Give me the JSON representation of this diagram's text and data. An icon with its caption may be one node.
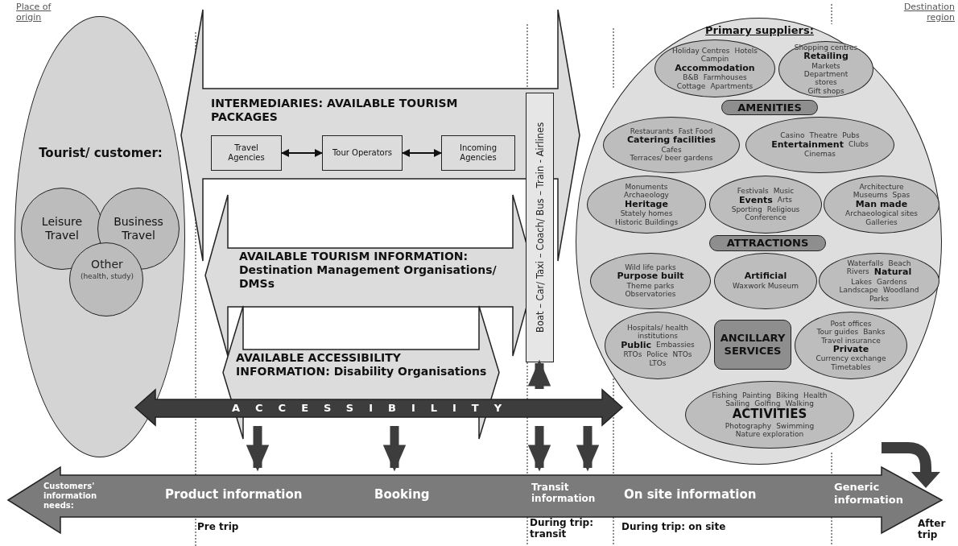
{
  "diagram": {
    "nodes": [
      {
        "text": [
          "Tourist/ customer:"
        ]
      },
      {
        "text": [
          "Leisure Travel"
        ],
        "in": 0
      },
      {
        "text": [
          "Business Travel"
        ],
        "in": 0
      },
      {
        "text": [
          "Other",
          "(health, study)"
        ],
        "in": 0
      },
      {
        "text": [
          "INTERMEDIARIES: AVAILABLE TOURISM PACKAGES"
        ]
      },
      {
        "text": [
          "Travel Agencies"
        ],
        "in": 4
      },
      {
        "text": [
          "Tour Operators"
        ],
        "in": 4
      },
      {
        "text": [
          "Incoming Agencies"
        ],
        "in": 4
      },
      {
        "text": [
          "AVAILABLE TOURISM INFORMATION: Destination Management Organisations/ DMSs"
        ]
      },
      {
        "text": [
          "AVAILABLE ACCESSIBILITY INFORMATION: Disability Organisations"
        ]
      },
      {
        "text": [
          "Boat – Car/ Taxi – Coach/ Bus – Train - Airlines"
        ]
      },
      {
        "text": [
          "Primary suppliers:"
        ]
      },
      {
        "text": [
          "AMENITIES"
        ],
        "in": 11
      },
      {
        "text": [
          "Holiday Centres",
          "Hotels",
          "Campin",
          "Accommodation",
          "B&B",
          "Farmhouses",
          "Cottage",
          "Apartments"
        ],
        "in": 11
      },
      {
        "text": [
          "Shopping centres",
          "Retailing",
          "Markets",
          "Department stores",
          "Gift shops"
        ],
        "in": 11
      },
      {
        "text": [
          "Restaurants",
          "Fast Food",
          "Catering facilities",
          "Cafes",
          "Terraces/ beer gardens"
        ],
        "in": 11
      },
      {
        "text": [
          "Casino",
          "Theatre",
          "Pubs",
          "Entertainment",
          "Clubs",
          "Cinemas"
        ],
        "in": 11
      },
      {
        "text": [
          "ATTRACTIONS"
        ],
        "in": 11
      },
      {
        "text": [
          "Monuments",
          "Archaeology",
          "Heritage",
          "Stately homes",
          "Historic Buildings"
        ],
        "in": 11
      },
      {
        "text": [
          "Festivals",
          "Music",
          "Events",
          "Arts",
          "Sporting",
          "Religious",
          "Conference"
        ],
        "in": 11
      },
      {
        "text": [
          "Architecture",
          "Museums",
          "Spas",
          "Man made",
          "Archaeological sites",
          "Galleries"
        ],
        "in": 11
      },
      {
        "text": [
          "Wild life parks",
          "Purpose built",
          "Theme parks",
          "Observatories"
        ],
        "in": 11
      },
      {
        "text": [
          "Artificial",
          "Waxwork Museum"
        ],
        "in": 11
      },
      {
        "text": [
          "Waterfalls",
          "Beach",
          "Rivers",
          "Natural",
          "Lakes",
          "Gardens",
          "Landscape",
          "Woodland",
          "Parks"
        ],
        "in": 11
      },
      {
        "text": [
          "ANCILLARY SERVICES"
        ],
        "in": 11
      },
      {
        "text": [
          "Hospitals/ health institutions",
          "Public",
          "Embassies",
          "RTOs",
          "Police",
          "NTOs",
          "LTOs"
        ],
        "in": 11
      },
      {
        "text": [
          "Post offices",
          "Tour guides",
          "Banks",
          "Travel insurance",
          "Private",
          "Currency exchange",
          "Timetables"
        ],
        "in": 11
      },
      {
        "text": [
          "Fishing",
          "Painting",
          "Biking",
          "Health",
          "Sailing",
          "Golfing",
          "Walking",
          "ACTIVITIES",
          "Photography",
          "Swimming",
          "Nature exploration"
        ],
        "in": 11
      },
      {
        "text": [
          "ACCESSIBILITY"
        ]
      },
      {
        "text": [
          "Customers' information needs:",
          "Product information",
          "Booking",
          "Transit information",
          "On site information",
          "Generic information"
        ]
      }
    ],
    "edges": [
      {
        "from": 5,
        "to": 6,
        "arrow": "both"
      },
      {
        "from": 6,
        "to": 7,
        "arrow": "both"
      },
      {
        "from": 28,
        "to": 29,
        "arrow": "to"
      },
      {
        "from": 28,
        "to": 29,
        "arrow": "to"
      },
      {
        "from": 28,
        "to": 10,
        "arrow": "to"
      },
      {
        "from": 28,
        "to": 29,
        "arrow": "to"
      },
      {
        "from": 28,
        "to": 29,
        "arrow": "to"
      }
    ],
    "labels": [
      "Place of origin",
      "Destination region",
      "Pre trip",
      "During trip: transit",
      "During trip: on site",
      "After trip"
    ]
  }
}
